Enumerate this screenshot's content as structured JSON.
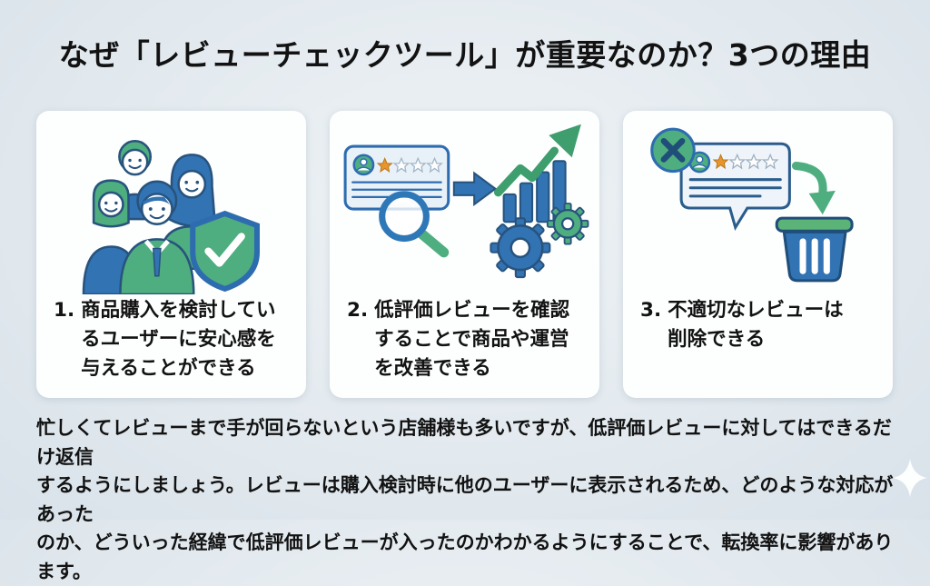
{
  "title": "なぜ「レビューチェックツール」が重要なのか？3つの理由",
  "cards": [
    {
      "number": "1.",
      "text": "商品購入を検討してい\nるユーザーに安心感を\n与えることができる",
      "icon": "people-group-with-shield-check"
    },
    {
      "number": "2.",
      "text": "低評価レビューを確認\nすることで商品や運営\nを改善できる",
      "icon": "low-rating-review-magnifier-arrow-growth-chart-gears",
      "review_stars_filled": 1,
      "review_stars_total": 4
    },
    {
      "number": "3.",
      "text": "不適切なレビューは\n削除できる",
      "icon": "rejected-review-bubble-arrow-trash",
      "review_stars_filled": 1,
      "review_stars_total": 4
    }
  ],
  "footer_text": "忙しくてレビューまで手が回らないという店舗様も多いですが、低評価レビューに対してはできるだけ返信\nするようにしましょう。レビューは購入検討時に他のユーザーに表示されるため、どのような対応があった\nのか、どういった経緯で低評価レビューが入ったのかわかるようにすることで、転換率に影響があります。",
  "colors": {
    "background": "#e3eaef",
    "card_background": "#fdfefe",
    "text": "#121212",
    "brand_blue": "#3273b4",
    "brand_blue_dark": "#27537d",
    "brand_green": "#4fae7f",
    "star_orange": "#e8952e",
    "review_panel": "#e9f1f8"
  }
}
